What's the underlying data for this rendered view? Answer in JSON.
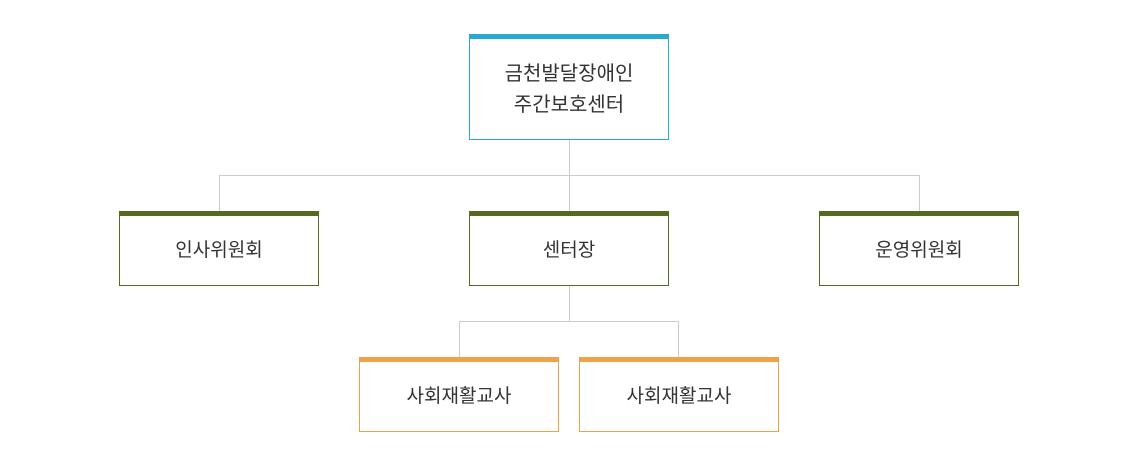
{
  "org_chart": {
    "root": {
      "line1": "금천발달장애인",
      "line2": "주간보호센터"
    },
    "level2": [
      {
        "label": "인사위원회"
      },
      {
        "label": "센터장"
      },
      {
        "label": "운영위원회"
      }
    ],
    "level3": [
      {
        "label": "사회재활교사"
      },
      {
        "label": "사회재활교사"
      }
    ],
    "colors": {
      "root_accent": "#29a8d6",
      "level2_accent": "#546a1e",
      "level3_accent": "#f0a24a",
      "connector": "#cccccc",
      "text": "#333333"
    }
  }
}
